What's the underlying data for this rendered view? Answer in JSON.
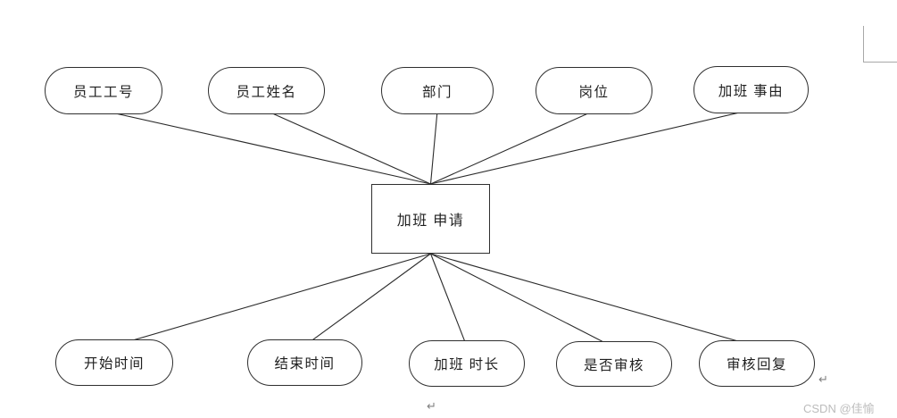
{
  "page": {
    "background": "#ffffff",
    "watermark": "CSDN @佳愉",
    "line_break_mark": "↵"
  },
  "diagram": {
    "type": "er-attribute-diagram",
    "entity": {
      "label": "加班 申请"
    },
    "top_attributes": [
      {
        "label": "员工工号"
      },
      {
        "label": "员工姓名"
      },
      {
        "label": "部门"
      },
      {
        "label": "岗位"
      },
      {
        "label": "加班 事由"
      }
    ],
    "bottom_attributes": [
      {
        "label": "开始时间"
      },
      {
        "label": "结束时间"
      },
      {
        "label": "加班 时长"
      },
      {
        "label": "是否审核"
      },
      {
        "label": "审核回复"
      }
    ],
    "colors": {
      "shape_stroke": "#2f2f2f",
      "shape_fill": "#ffffff",
      "connector": "#2b2b2b",
      "text": "#1f1f1f",
      "watermark": "#bcbcbc",
      "format_mark": "#808080",
      "crop_mark": "#a8a8a8"
    }
  }
}
